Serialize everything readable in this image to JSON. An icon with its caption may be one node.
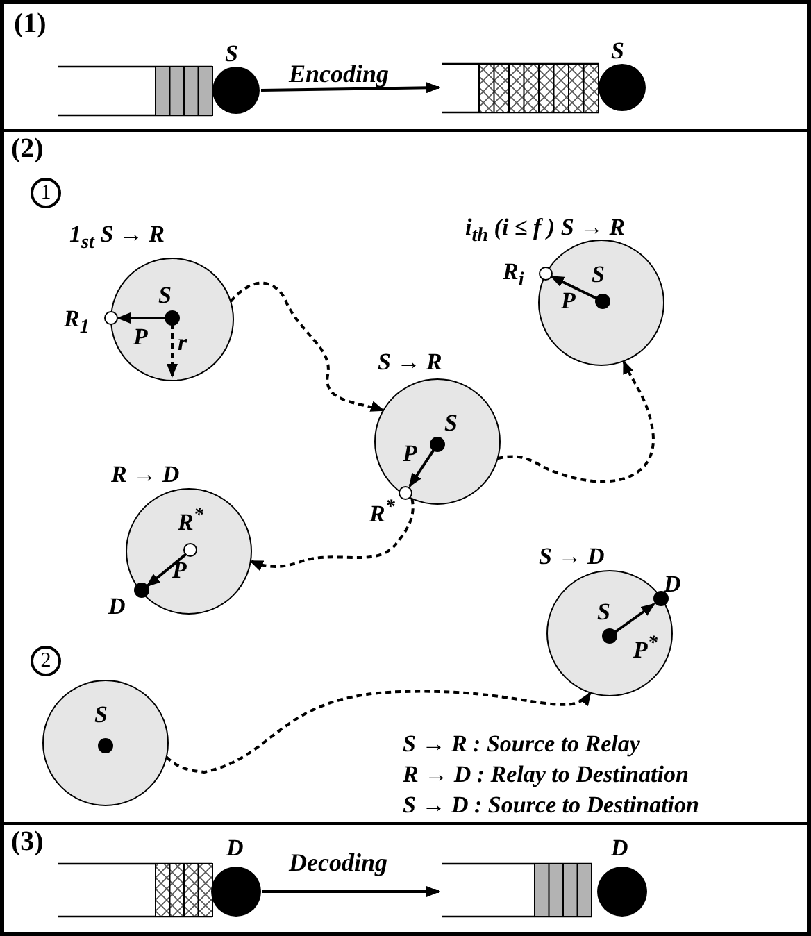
{
  "diagram": {
    "nodes": [
      {
        "text": [
          "S"
        ]
      },
      {
        "text": [
          "S"
        ]
      },
      {
        "text": [
          "1$_{st}$ S → R",
          "S",
          "R$_{1}$",
          "P",
          "r"
        ]
      },
      {
        "text": [
          "i$_{th}$ (i ≤ f ) S → R",
          "R$_{i}$",
          "S",
          "P"
        ]
      },
      {
        "text": [
          "S → R",
          "S",
          "P",
          "R$^{*}$"
        ]
      },
      {
        "text": [
          "R → D",
          "R$^{*}$",
          "P",
          "D"
        ]
      },
      {
        "text": [
          "S → D",
          "D",
          "S",
          "P$^{*}$"
        ]
      },
      {
        "text": [
          "S"
        ]
      },
      {
        "text": [
          "D"
        ]
      },
      {
        "text": [
          "D"
        ]
      }
    ],
    "edges": [
      {
        "from": 0,
        "to": 1,
        "arrow": "to",
        "label": "Encoding"
      },
      {
        "from": 2,
        "to": 4,
        "arrow": "to",
        "style": "dashed"
      },
      {
        "from": 4,
        "to": 3,
        "arrow": "to",
        "style": "dashed"
      },
      {
        "from": 4,
        "to": 5,
        "arrow": "to",
        "style": "dashed"
      },
      {
        "from": 7,
        "to": 6,
        "arrow": "to",
        "style": "dashed"
      },
      {
        "from": 8,
        "to": 9,
        "arrow": "to",
        "label": "Decoding"
      }
    ],
    "labels": [
      "(1)",
      "(2)",
      "1",
      "2",
      "S → R : Source to Relay",
      "R → D : Relay to Destination",
      "S → D : Source to Destination",
      "(3)"
    ]
  }
}
